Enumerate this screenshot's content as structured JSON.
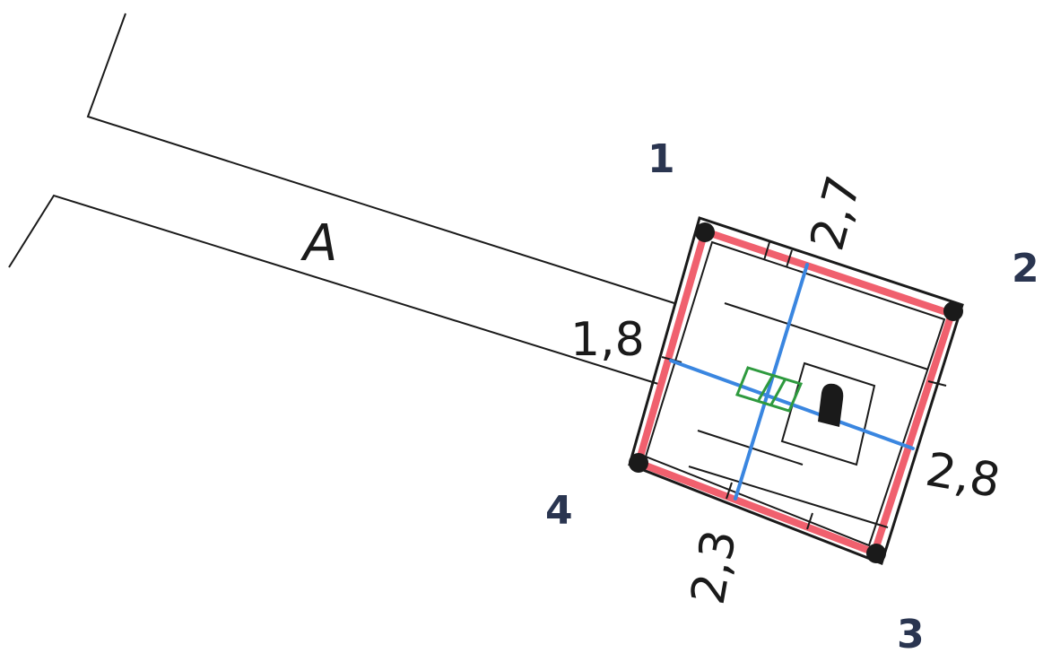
{
  "colors": {
    "line": "#1a1a1a",
    "outline": "#f0606e",
    "axis": "#3a86e0",
    "fixture": "#2e9a3e",
    "corner_text": "#2a3550"
  },
  "room": {
    "label": "A"
  },
  "corners": [
    {
      "label": "1"
    },
    {
      "label": "2"
    },
    {
      "label": "3"
    },
    {
      "label": "4"
    }
  ],
  "dimensions": {
    "top": "2,7",
    "right": "2,8",
    "bottom": "2,3",
    "left": "1,8"
  },
  "icons": {
    "corner_marker": "filled-circle",
    "fixture": "hatched-rectangle",
    "element": "rounded-block"
  }
}
